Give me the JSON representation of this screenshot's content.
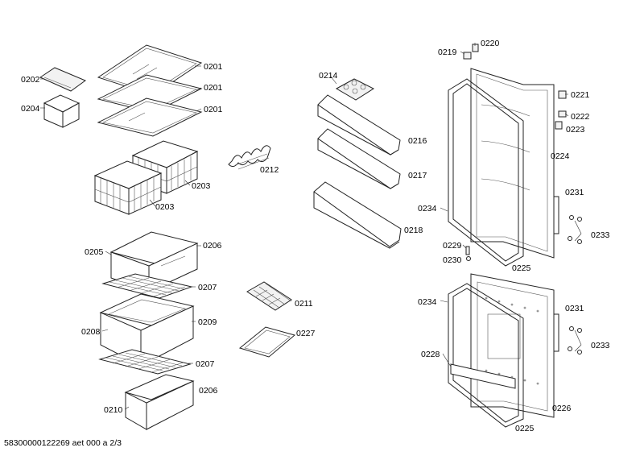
{
  "labels": {
    "p0201a": "0201",
    "p0201b": "0201",
    "p0201c": "0201",
    "p0202": "0202",
    "p0204": "0204",
    "p0203a": "0203",
    "p0203b": "0203",
    "p0212": "0212",
    "p0214": "0214",
    "p0216": "0216",
    "p0217": "0217",
    "p0218": "0218",
    "p0205": "0205",
    "p0206a": "0206",
    "p0207a": "0207",
    "p0208": "0208",
    "p0209": "0209",
    "p0207b": "0207",
    "p0206b": "0206",
    "p0210": "0210",
    "p0211": "0211",
    "p0227": "0227",
    "p0219": "0219",
    "p0220": "0220",
    "p0221": "0221",
    "p0222": "0222",
    "p0223": "0223",
    "p0224": "0224",
    "p0231a": "0231",
    "p0234a": "0234",
    "p0233a": "0233",
    "p0229": "0229",
    "p0230": "0230",
    "p0225a": "0225",
    "p0234b": "0234",
    "p0231b": "0231",
    "p0228": "0228",
    "p0233b": "0233",
    "p0226": "0226",
    "p0225b": "0225"
  },
  "footer": "58300000122269 aet 000 a 2/3"
}
